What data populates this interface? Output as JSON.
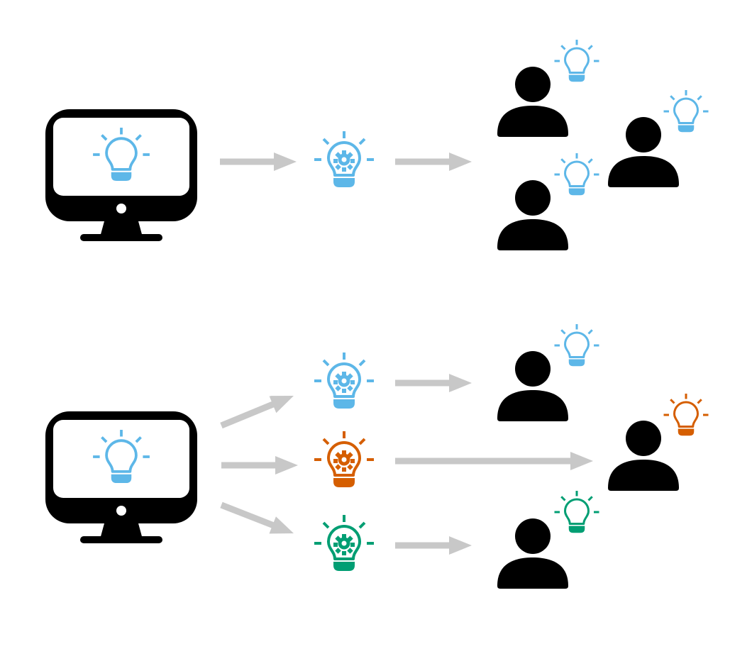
{
  "colors": {
    "blue": "#5DB7E8",
    "orange": "#D55E00",
    "green": "#009E73",
    "arrow": "#C8C8C8",
    "ink": "#000000",
    "background": "#FFFFFF"
  },
  "icons": {
    "computer": "computer-monitor-icon",
    "idea": "lightbulb-icon",
    "processed_idea": "lightbulb-gear-icon",
    "person": "person-icon",
    "arrow": "arrow-right-icon"
  },
  "rows": [
    {
      "name": "single-model",
      "source_bulb_color": "blue",
      "variants": [
        "blue"
      ],
      "recipients": [
        {
          "bulb_color": "blue"
        },
        {
          "bulb_color": "blue"
        },
        {
          "bulb_color": "blue"
        }
      ]
    },
    {
      "name": "multiple-models",
      "source_bulb_color": "blue",
      "variants": [
        "blue",
        "orange",
        "green"
      ],
      "recipients": [
        {
          "bulb_color": "blue"
        },
        {
          "bulb_color": "orange"
        },
        {
          "bulb_color": "green"
        }
      ]
    }
  ]
}
